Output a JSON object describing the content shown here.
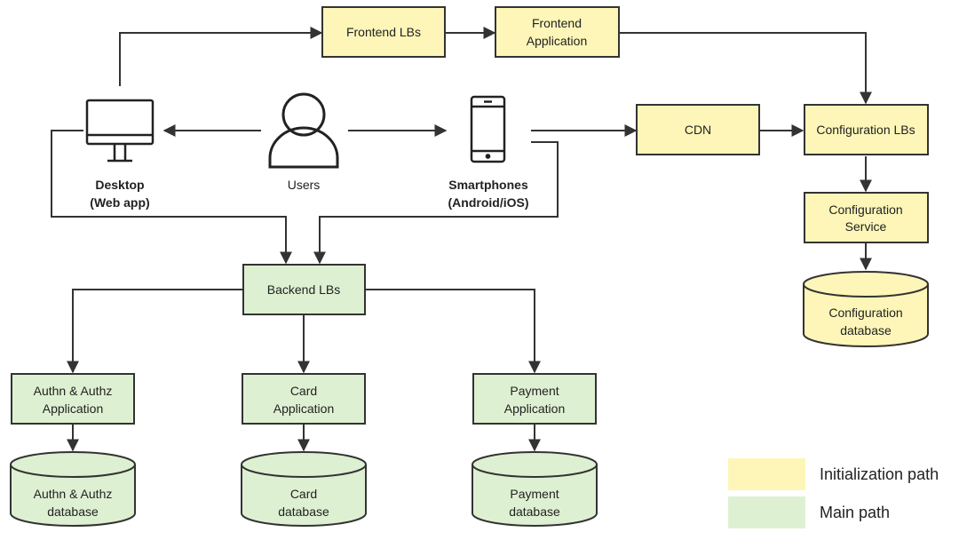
{
  "nodes": {
    "frontend_lbs": "Frontend LBs",
    "frontend_app": [
      "Frontend",
      "Application"
    ],
    "desktop": [
      "Desktop",
      "(Web app)"
    ],
    "users": "Users",
    "smartphones": [
      "Smartphones",
      "(Android/iOS)"
    ],
    "cdn": "CDN",
    "config_lbs": "Configuration LBs",
    "config_service": [
      "Configuration",
      "Service"
    ],
    "config_db": [
      "Configuration",
      "database"
    ],
    "backend_lbs": "Backend LBs",
    "authn_app": [
      "Authn & Authz",
      "Application"
    ],
    "card_app": [
      "Card",
      "Application"
    ],
    "payment_app": [
      "Payment",
      "Application"
    ],
    "authn_db": [
      "Authn & Authz",
      "database"
    ],
    "card_db": [
      "Card",
      "database"
    ],
    "payment_db": [
      "Payment",
      "database"
    ]
  },
  "legend": {
    "initialization": "Initialization path",
    "main": "Main path"
  },
  "colors": {
    "initialization": "#fdf6b8",
    "main": "#def0d2",
    "stroke": "#333333"
  }
}
